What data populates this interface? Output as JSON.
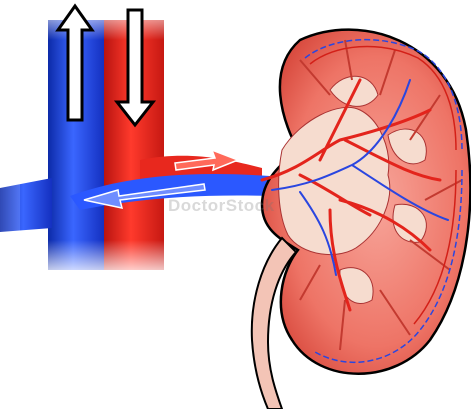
{
  "image": {
    "subject": "kidney-renal-circulation",
    "colors": {
      "background": "#ffffff",
      "vein_blue": "#1f3fd6",
      "artery_red": "#e8281e",
      "kidney_cortex": "#f07c70",
      "kidney_pelvis": "#f7ddd2",
      "outline": "#000000"
    },
    "arrows": [
      {
        "name": "up-arrow",
        "direction": "up"
      },
      {
        "name": "down-arrow",
        "direction": "down"
      }
    ],
    "watermark": "DoctorStock"
  }
}
